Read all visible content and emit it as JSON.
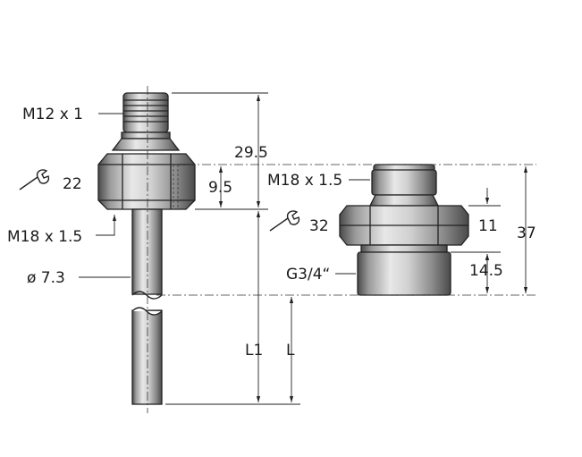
{
  "labels": {
    "m12": "M12 x 1",
    "wrench22": "22",
    "m18_left": "M18 x 1.5",
    "dia": "ø 7.3",
    "m18_right": "M18 x 1.5",
    "wrench32": "32",
    "g34": "G3/4“"
  },
  "dimensions": {
    "d29_5": "29.5",
    "d9_5": "9.5",
    "d11": "11",
    "d37": "37",
    "d14_5": "14.5",
    "L1": "L1",
    "L": "L"
  },
  "icons": [
    "wrench-icon",
    "wrench-icon"
  ]
}
